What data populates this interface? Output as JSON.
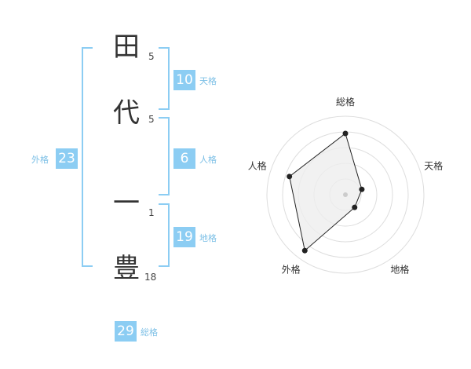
{
  "name": {
    "chars": [
      {
        "char": "田",
        "strokes": "5"
      },
      {
        "char": "代",
        "strokes": "5"
      },
      {
        "char": "一",
        "strokes": "1"
      },
      {
        "char": "豊",
        "strokes": "18"
      }
    ]
  },
  "fortunes": {
    "tenkaku": {
      "value": "10",
      "label": "天格"
    },
    "jinkaku": {
      "value": "6",
      "label": "人格"
    },
    "chikaku": {
      "value": "19",
      "label": "地格"
    },
    "gaikaku": {
      "value": "23",
      "label": "外格"
    },
    "soukaku": {
      "value": "29",
      "label": "総格"
    }
  },
  "radar": {
    "axes": [
      "総格",
      "天格",
      "地格",
      "外格",
      "人格"
    ],
    "values": [
      0.78,
      0.22,
      0.2,
      0.88,
      0.75
    ],
    "rings": 5,
    "fill": "#eeeeee",
    "line": "#222222",
    "grid": "#dddddd"
  },
  "colors": {
    "accent": "#8ccdf3",
    "accent_text": "#7bbfe6"
  }
}
